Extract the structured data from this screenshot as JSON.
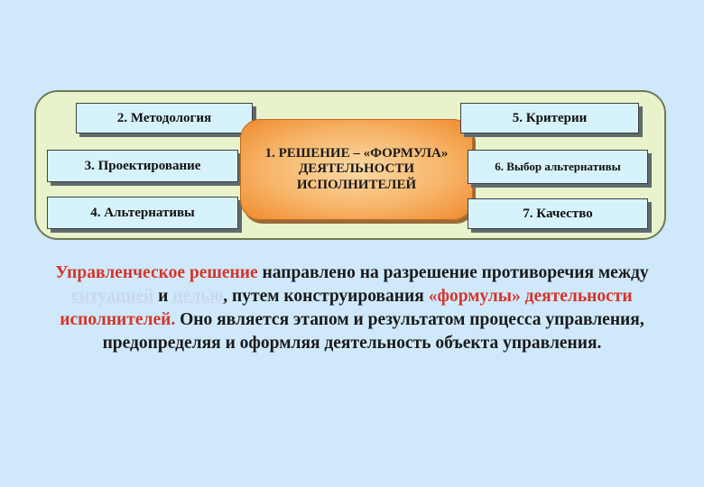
{
  "diagram": {
    "center": "1. РЕШЕНИЕ – «ФОРМУЛА» ДЕЯТЕЛЬНОСТИ ИСПОЛНИТЕЛЕЙ",
    "left": [
      "2. Методология",
      "3. Проектирование",
      "4. Альтернативы"
    ],
    "right": [
      "5. Критерии",
      "6. Выбор альтернативы",
      "7. Качество"
    ]
  },
  "paragraph": {
    "p1": "Управленческое решение",
    "p2": " направлено на разрешение противоречия между ",
    "p3": "ситуацией",
    "p4": " и ",
    "p5": "целью",
    "p6": ", путем конструирования ",
    "p7": "«формулы» деятельности исполнителей.",
    "p8": " Оно является этапом и результатом процесса управления, предопределяя и оформляя деятельность объекта управления."
  },
  "colors": {
    "background": "#cfe9fb",
    "panel": "#e8f3cc",
    "box": "#d6f2fb",
    "center_box": "#f7b56a",
    "highlight": "#d7342a"
  }
}
